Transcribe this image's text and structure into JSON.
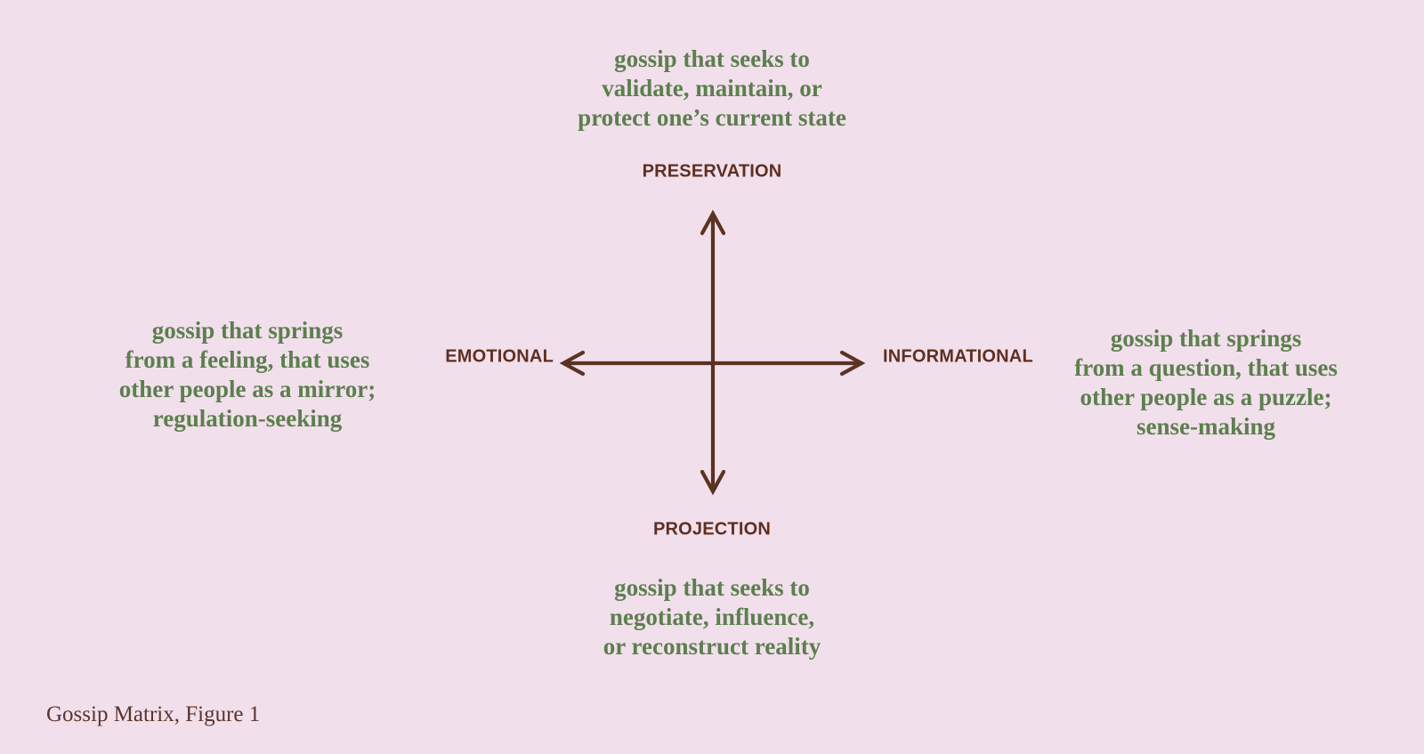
{
  "figure": {
    "caption": "Gossip Matrix, Figure 1"
  },
  "colors": {
    "background": "#F2DFEC",
    "axis": "#5A3322",
    "axis-label": "#5E2F21",
    "note": "#5C7F4E",
    "caption": "#59352E"
  },
  "axes": {
    "vertical": {
      "top_label": "PRESERVATION",
      "bottom_label": "PROJECTION"
    },
    "horizontal": {
      "left_label": "EMOTIONAL",
      "right_label": "INFORMATIONAL"
    }
  },
  "notes": {
    "top": {
      "lines": [
        "gossip that seeks to",
        "validate, maintain, or",
        "protect one’s current state"
      ]
    },
    "left": {
      "lines": [
        "gossip that springs",
        "from a feeling, that uses",
        "other people as a mirror;",
        "regulation-seeking"
      ]
    },
    "right": {
      "lines": [
        "gossip that springs",
        "from a question, that uses",
        "other people as a puzzle;",
        "sense-making"
      ]
    },
    "bottom": {
      "lines": [
        "gossip that seeks to",
        "negotiate, influence,",
        "or reconstruct reality"
      ]
    }
  }
}
